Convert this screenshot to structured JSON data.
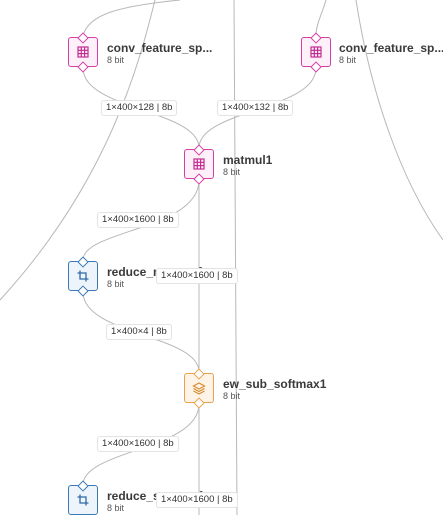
{
  "nodes": [
    {
      "id": "conv_feature_1",
      "name": "conv_feature_sp...",
      "bits": "8 bit",
      "kind": "magenta",
      "icon": "grid-icon"
    },
    {
      "id": "conv_feature_2",
      "name": "conv_feature_sp...",
      "bits": "8 bit",
      "kind": "magenta",
      "icon": "grid-icon"
    },
    {
      "id": "matmul1",
      "name": "matmul1",
      "bits": "8 bit",
      "kind": "magenta",
      "icon": "grid-icon"
    },
    {
      "id": "reduce_max",
      "name": "reduce_max_sof...",
      "bits": "8 bit",
      "kind": "blue",
      "icon": "crop-icon"
    },
    {
      "id": "ew_sub_softmax1",
      "name": "ew_sub_softmax1",
      "bits": "8 bit",
      "kind": "orange",
      "icon": "layers-icon"
    },
    {
      "id": "reduce_sum",
      "name": "reduce_sum_sof...",
      "bits": "8 bit",
      "kind": "blue",
      "icon": "crop-icon"
    }
  ],
  "edges": [
    {
      "id": "e1",
      "label": "1×400×128 | 8b"
    },
    {
      "id": "e2",
      "label": "1×400×132 | 8b"
    },
    {
      "id": "e3",
      "label": "1×400×1600 | 8b"
    },
    {
      "id": "e4",
      "label": "1×400×1600 | 8b"
    },
    {
      "id": "e5",
      "label": "1×400×4 | 8b"
    },
    {
      "id": "e6",
      "label": "1×400×1600 | 8b"
    },
    {
      "id": "e7",
      "label": "1×400×1600 | 8b"
    }
  ],
  "colors": {
    "magenta": "#d63fa8",
    "blue": "#3b79b5",
    "orange": "#e9a24f",
    "edge": "#b5b5b5"
  }
}
